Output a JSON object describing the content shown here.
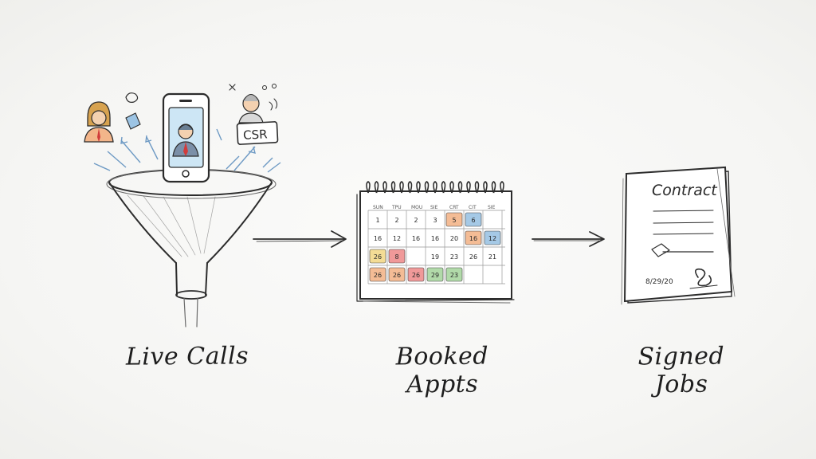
{
  "stages": [
    {
      "label": "Live Calls"
    },
    {
      "label": "Booked Appts"
    },
    {
      "label": "Signed Jobs"
    }
  ],
  "csr_tag": "CSR",
  "contract_title": "Contract",
  "calendar": {
    "weekdays": [
      "SUN",
      "TPU",
      "MOU",
      "SIE",
      "CRT",
      "CIT",
      "SIE"
    ],
    "rows": [
      [
        "1",
        "2",
        "2",
        "3",
        "5",
        "6"
      ],
      [
        "16",
        "12",
        "16",
        "16",
        "20",
        "16",
        "12"
      ],
      [
        "26",
        "8",
        "",
        "19",
        "23",
        "26",
        "21"
      ],
      [
        "26",
        "26",
        "26",
        "29",
        "23",
        "",
        ""
      ]
    ]
  },
  "signature_date": "8/29/20",
  "colors": {
    "ink": "#2c2c2c",
    "orange": "#f3b58a",
    "red": "#ef8f8f",
    "blue": "#9cc4e4",
    "green": "#a9d6a0",
    "yellow": "#f3d98a",
    "skin": "#f4d1b0",
    "hair": "#d7a24f",
    "tie": "#d13b3b",
    "screen": "#cde6f5"
  }
}
